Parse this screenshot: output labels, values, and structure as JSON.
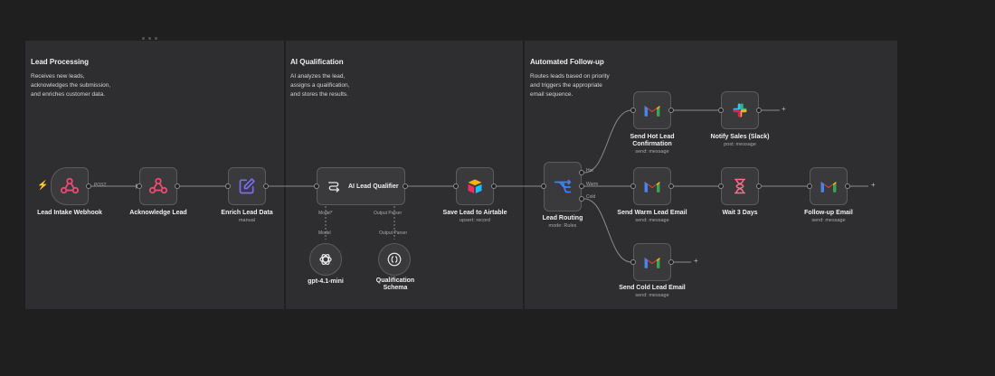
{
  "sections": [
    {
      "title": "Lead Processing",
      "description": "Receives new leads,\nacknowledges the submission,\nand enriches customer data."
    },
    {
      "title": "AI Qualification",
      "description": "AI analyzes the lead,\nassigns a qualification,\nand stores the results."
    },
    {
      "title": "Automated Follow-up",
      "description": "Routes leads based on priority\nand triggers the appropriate\nemail sequence."
    }
  ],
  "nodes": {
    "webhook": {
      "label": "Lead Intake Webhook",
      "sub": ""
    },
    "acknowledge": {
      "label": "Acknowledge Lead",
      "sub": ""
    },
    "enrich": {
      "label": "Enrich Lead Data",
      "sub": "manual"
    },
    "qualifier": {
      "label": "AI Lead Qualifier",
      "sub": ""
    },
    "airtable": {
      "label": "Save Lead to Airtable",
      "sub": "upsert: record"
    },
    "routing": {
      "label": "Lead Routing",
      "sub": "mode: Rules"
    },
    "hot": {
      "label": "Send Hot Lead\nConfirmation",
      "sub": "send: message"
    },
    "slack": {
      "label": "Notify Sales (Slack)",
      "sub": "post: message"
    },
    "warm": {
      "label": "Send Warm Lead Email",
      "sub": "send: message"
    },
    "wait": {
      "label": "Wait 3 Days",
      "sub": ""
    },
    "followup": {
      "label": "Follow-up Email",
      "sub": "send: message"
    },
    "cold": {
      "label": "Send Cold Lead Email",
      "sub": "send: message"
    },
    "model": {
      "label": "gpt-4.1-mini",
      "sub": ""
    },
    "schema": {
      "label": "Qualification\nSchema",
      "sub": ""
    }
  },
  "connectors": {
    "model_port": "Model*",
    "output_port": "Output Parser",
    "model_tag": "Model",
    "output_tag": "Output Parser",
    "webhook_out": "POST",
    "route_hot": "Hot",
    "route_warm": "Warm",
    "route_cold": "Cold"
  },
  "colors": {
    "background": "#1f1f20",
    "section": "#2e2e30",
    "node": "#3a3a3d",
    "webhook_pink": "#ea4b71",
    "edit_purple": "#7b6cf6",
    "router_blue": "#3b82f6",
    "wait_pink": "#ff6d8a",
    "trigger_orange": "#ff6d3a"
  }
}
